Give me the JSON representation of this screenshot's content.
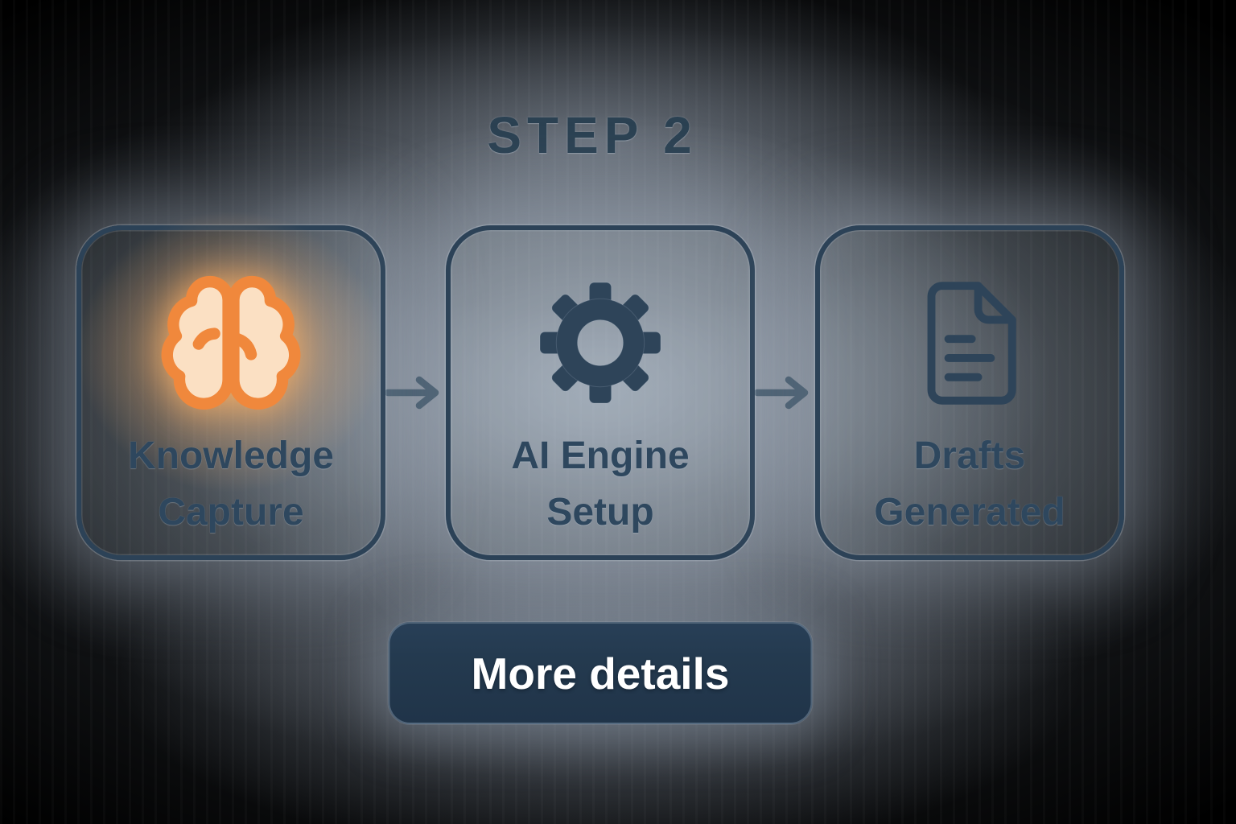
{
  "header": {
    "step_label": "STEP 2"
  },
  "pipeline": {
    "steps": [
      {
        "label": "Knowledge\nCapture",
        "icon": "brain-icon",
        "state": "highlighted"
      },
      {
        "label": "AI Engine\nSetup",
        "icon": "gear-icon",
        "state": "default"
      },
      {
        "label": "Drafts\nGenerated",
        "icon": "document-icon",
        "state": "default"
      }
    ],
    "connector_icon": "arrow-right-icon"
  },
  "actions": {
    "more_details_label": "More details"
  },
  "colors": {
    "background": "#000000",
    "glow_gray": "#76818F",
    "card_border": "#2C4257",
    "card_text": "#2E475E",
    "step_title_text": "#2B4152",
    "icon_navy": "#2E4459",
    "arrow": "#2B4457",
    "brain_stroke": "#F0883C",
    "brain_fill": "#FBE0C3",
    "brain_glow": "#F7A85C",
    "button_background": "#243A4F",
    "button_text": "#FFFFFF"
  }
}
